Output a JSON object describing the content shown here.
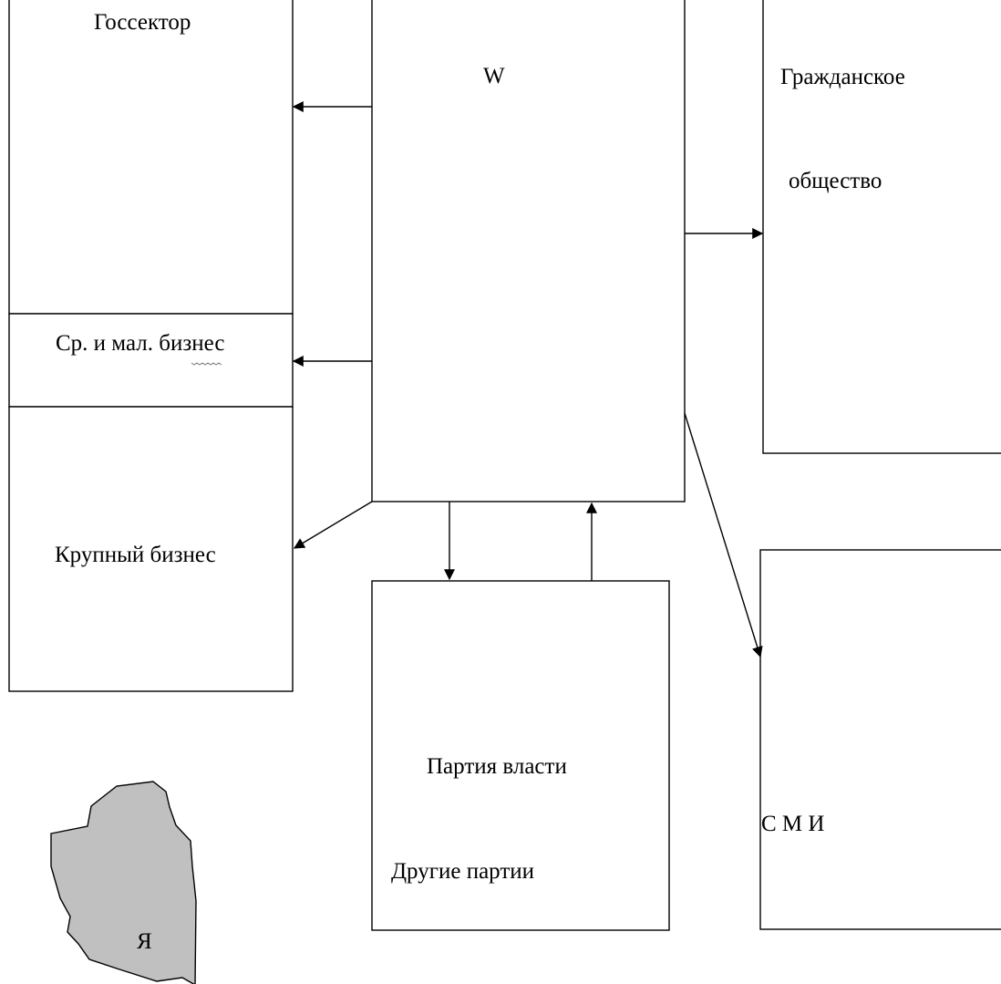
{
  "diagram": {
    "nodes": {
      "gossektor": "Госсектор",
      "sr_mal_biznes": "Ср. и мал. бизнес",
      "krupny_biznes": "Крупный бизнес",
      "w": "W",
      "grazhd_line1": "Гражданское",
      "grazhd_line2": "общество",
      "partiya_vlasti": "Партия власти",
      "drugie_partii": "Другие партии",
      "smi": "С М И",
      "ya": "Я"
    }
  }
}
